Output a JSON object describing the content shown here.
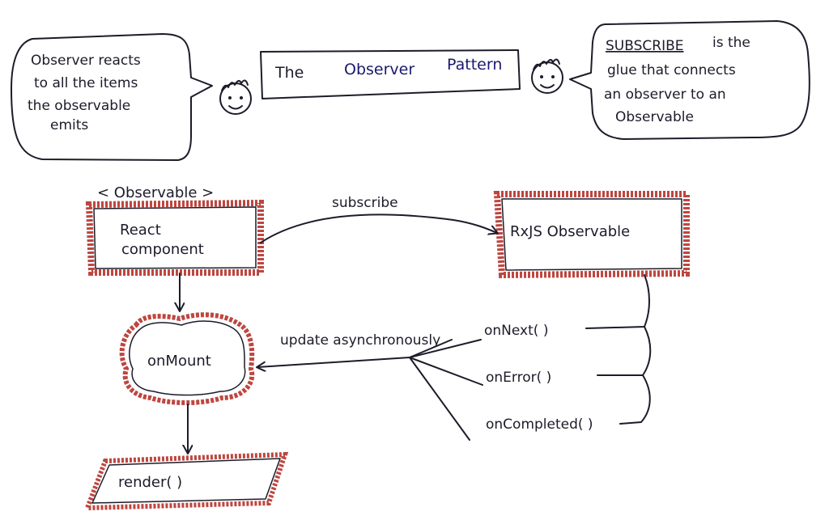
{
  "title": {
    "pre": "The",
    "observer": "Observer",
    "pattern": "Pattern"
  },
  "left_bubble": {
    "lines": [
      "Observer reacts",
      "to all the items",
      "the observable",
      "emits"
    ]
  },
  "right_bubble": {
    "subscribe_word": "SUBSCRIBE",
    "line1_rest": "is the",
    "lines": [
      "glue that connects",
      "an observer to an",
      "Observable"
    ]
  },
  "observable_tag": "< Observable >",
  "react_component": [
    "React",
    "component"
  ],
  "rxjs_observable": "RxJS Observable",
  "subscribe_label": "subscribe",
  "on_mount": "onMount",
  "render": "render( )",
  "update_label": "update asynchronously",
  "callbacks": [
    "onNext( )",
    "onError( )",
    "onCompleted( )"
  ],
  "colors": {
    "ink": "#1c1c2a",
    "accent_red": "#b3261e",
    "title_blue": "#1a1a6e"
  }
}
